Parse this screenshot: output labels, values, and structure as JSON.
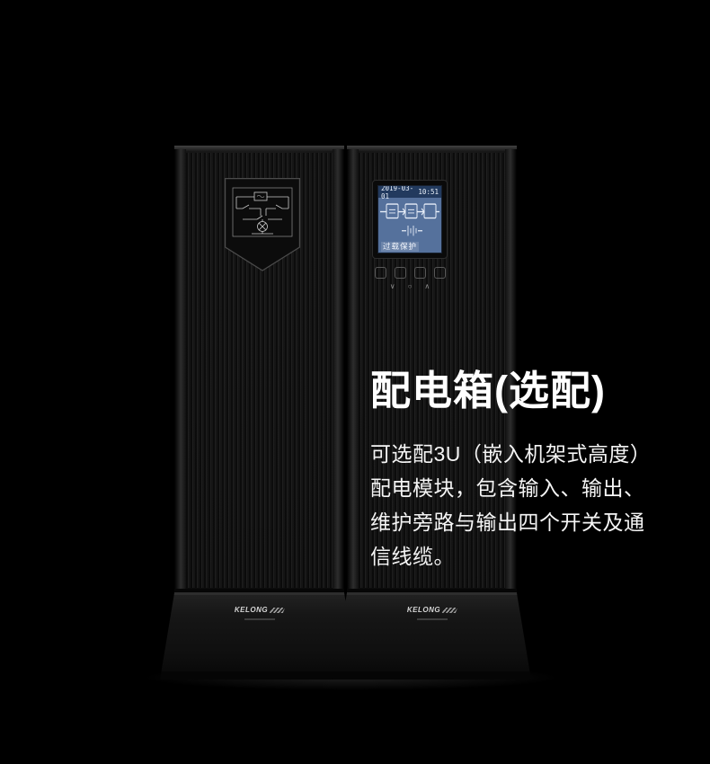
{
  "brand": {
    "name": "KELONG"
  },
  "lcd": {
    "date": "2019-03-01",
    "time": "10:51",
    "status": "过载保护",
    "buttons": [
      "∨",
      "○",
      "∧"
    ]
  },
  "copy": {
    "title": "配电箱(选配)",
    "description": "可选配3U（嵌入机架式高度）配电模块，包含输入、输出、维护旁路与输出四个开关及通信线缆。"
  }
}
